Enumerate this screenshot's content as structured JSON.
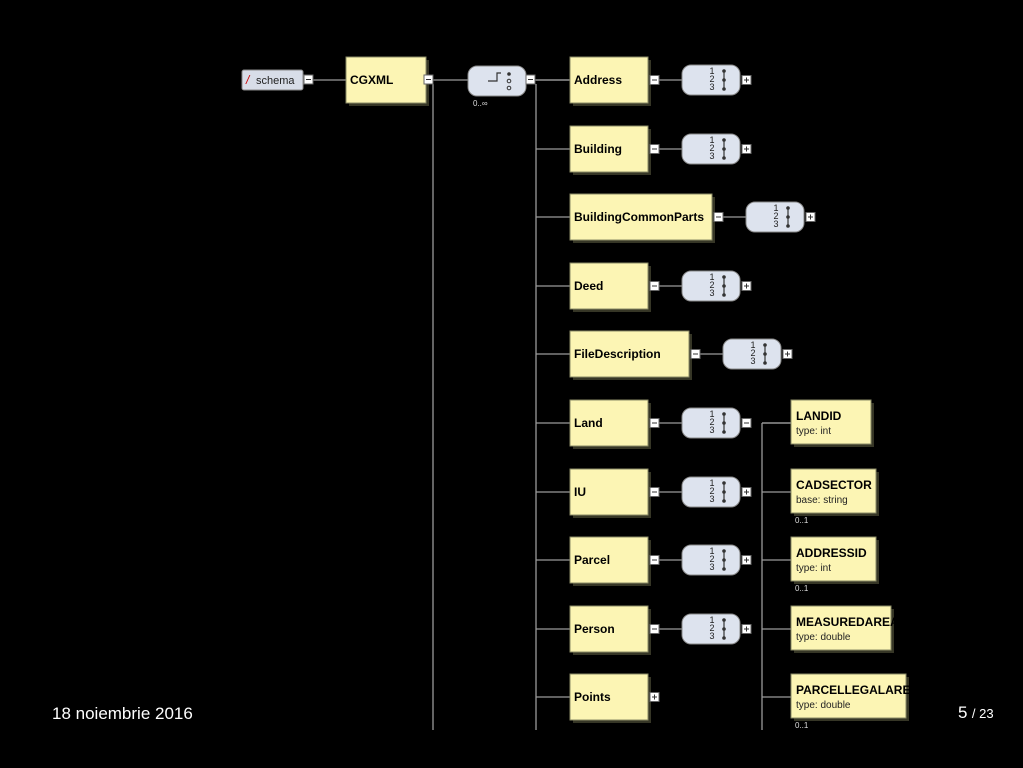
{
  "schema": {
    "slash": "/",
    "label": "schema"
  },
  "root": {
    "label": "CGXML",
    "occurs": "0..∞"
  },
  "children": [
    {
      "label": "Address"
    },
    {
      "label": "Building"
    },
    {
      "label": "BuildingCommonParts"
    },
    {
      "label": "Deed"
    },
    {
      "label": "FileDescription"
    },
    {
      "label": "Land"
    },
    {
      "label": "IU"
    },
    {
      "label": "Parcel"
    },
    {
      "label": "Person"
    },
    {
      "label": "Points"
    }
  ],
  "land_children": [
    {
      "label": "LANDID",
      "sub": "type: int",
      "occurs": ""
    },
    {
      "label": "CADSECTOR",
      "sub": "base: string",
      "occurs": "0..1"
    },
    {
      "label": "ADDRESSID",
      "sub": "type: int",
      "occurs": "0..1"
    },
    {
      "label": "MEASUREDAREA",
      "sub": "type: double",
      "occurs": ""
    },
    {
      "label": "PARCELLEGALAREA",
      "sub": "type: double",
      "occurs": "0..1"
    }
  ],
  "seq_digits": [
    "1",
    "2",
    "3"
  ],
  "footer": {
    "date": "18 noiembrie 2016",
    "page": "5",
    "total": "/ 23"
  },
  "colors": {
    "box_fill": "#fcf5b4",
    "box_stroke": "#8a8a66",
    "line": "#9a9a9a",
    "seq_fill": "#dde3ee",
    "background": "#000000"
  }
}
